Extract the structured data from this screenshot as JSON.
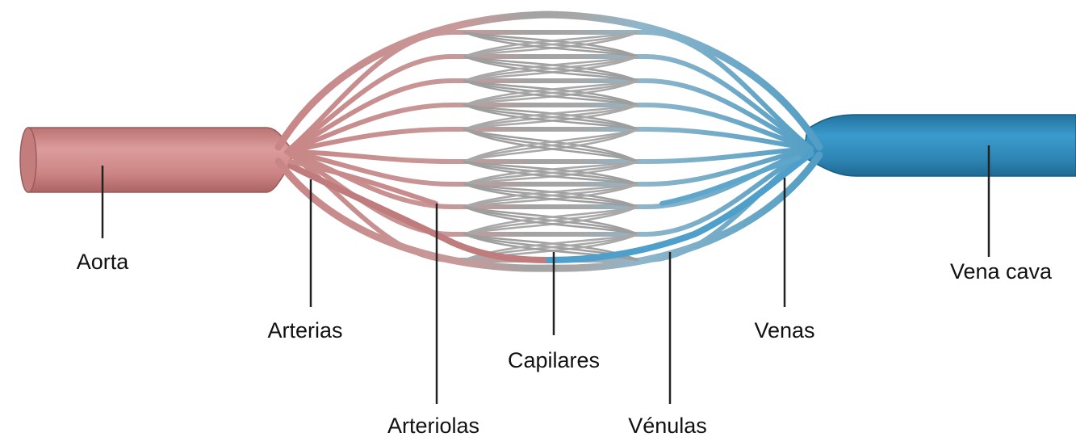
{
  "labels": {
    "aorta": "Aorta",
    "arterias": "Arterias",
    "arteriolas": "Arteriolas",
    "capilares": "Capilares",
    "venulas": "Vénulas",
    "venas": "Venas",
    "vena_cava": "Vena cava"
  },
  "colors": {
    "arterial": "#cf8a8a",
    "arterial_dark": "#b56f70",
    "capillary": "#9a9a9a",
    "venous": "#6fa9c6",
    "venous_dark": "#2f86b5"
  }
}
